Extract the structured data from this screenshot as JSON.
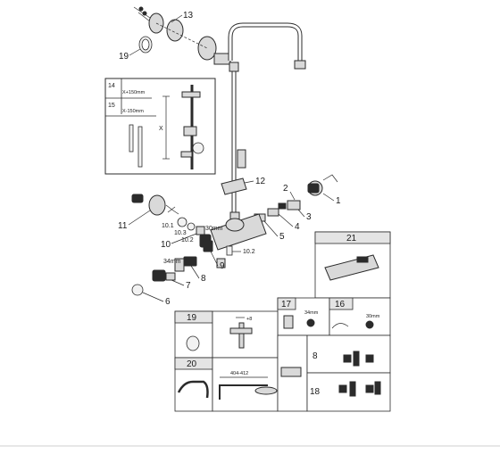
{
  "parts": {
    "p1": "1",
    "p2": "2",
    "p3": "3",
    "p4": "4",
    "p5": "5",
    "p6": "6",
    "p7": "7",
    "p8": "8",
    "p9": "9",
    "p10": "10",
    "p11": "11",
    "p12": "12",
    "p13": "13",
    "p19": "19",
    "p10_1": "10.1",
    "p10_2": "10.2",
    "p10_3": "10.3",
    "p10_2b": "10.2"
  },
  "dims": {
    "d30mm_valve": "30mm",
    "d34mm_valve": "34mm"
  },
  "inset_height": {
    "n14": "14",
    "r14": "X+150mm",
    "n15": "15",
    "r15": "X-150mm",
    "x_label": "X"
  },
  "table": {
    "c21": "21",
    "c17": "17",
    "c17_dim": "34mm",
    "c16": "16",
    "c16_dim": "30mm",
    "c19": "19",
    "c19_dim": "+8",
    "c20": "20",
    "c20_dim": "404-412",
    "c8": "8",
    "c18": "18"
  }
}
